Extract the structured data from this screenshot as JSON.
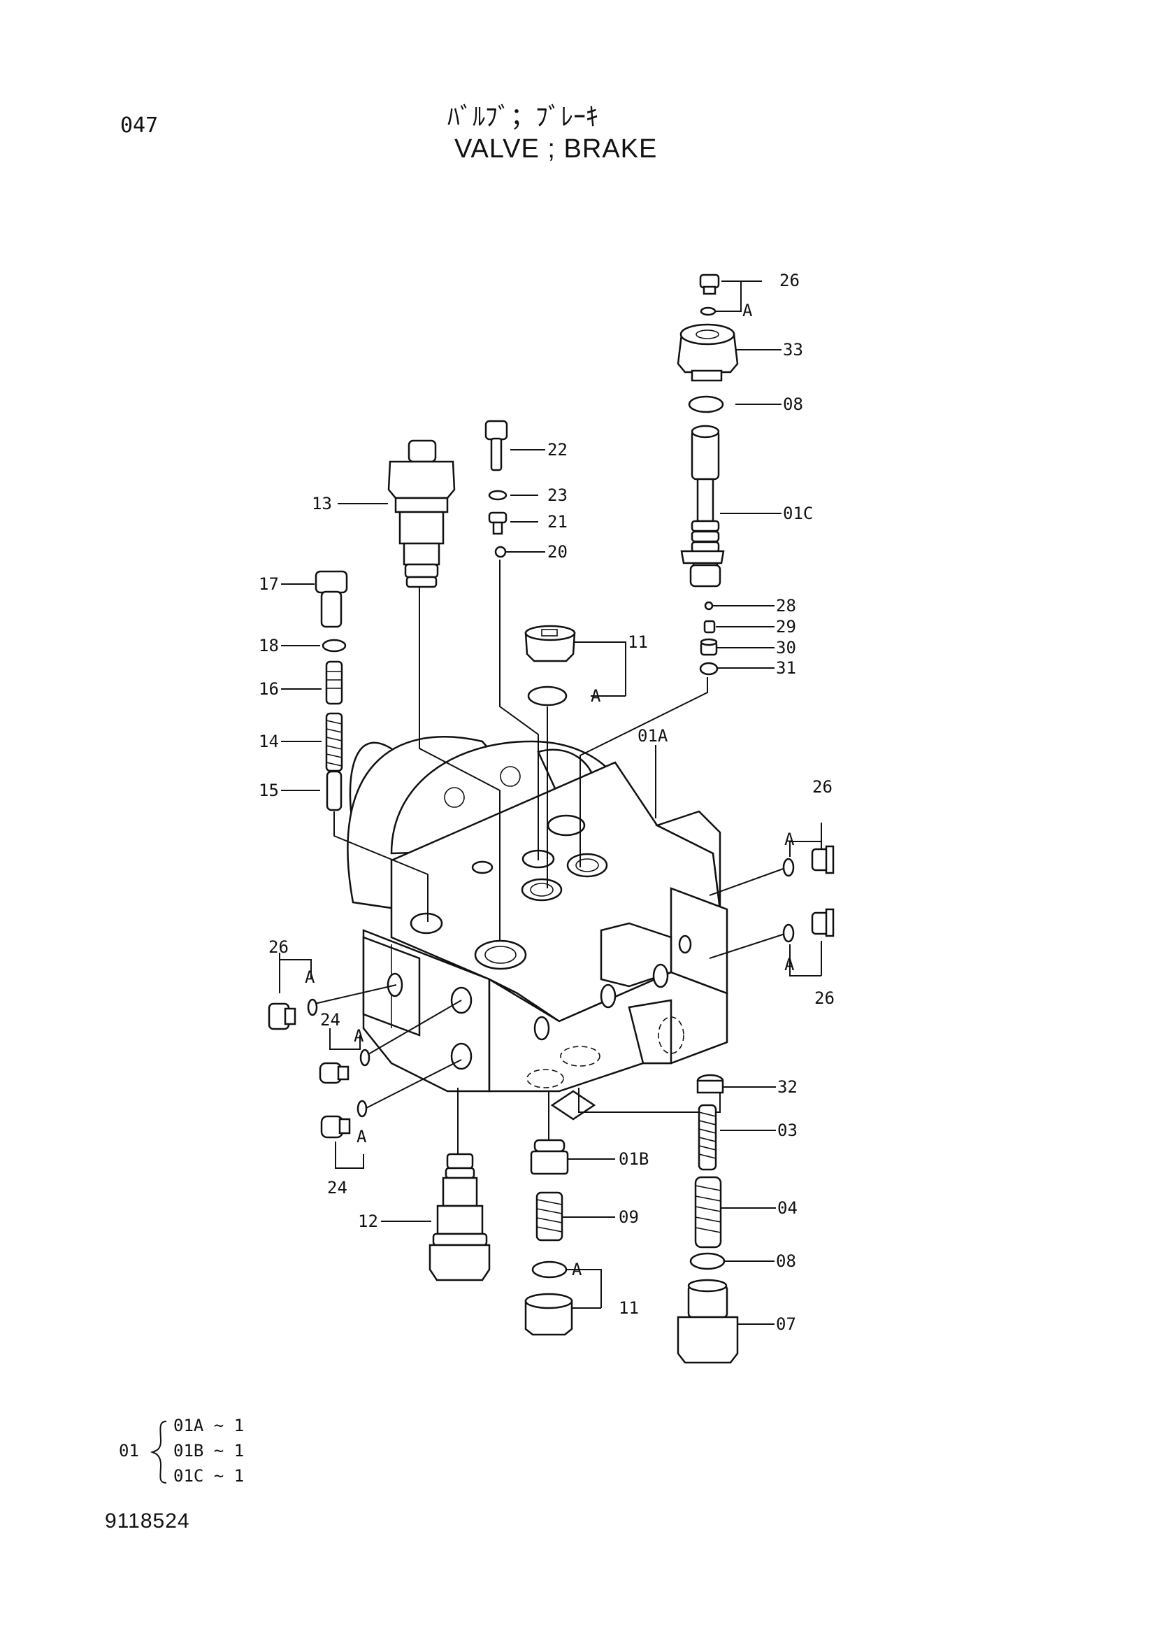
{
  "header": {
    "page_number": "047",
    "title_jp": "ﾊﾞﾙﾌﾞ；ﾌﾞﾚｰｷ",
    "title_en": "VALVE ; BRAKE"
  },
  "callouts": {
    "c26a": "26",
    "cAa": "A",
    "c33": "33",
    "c08a": "08",
    "c01C": "01C",
    "c22": "22",
    "c23": "23",
    "c21": "21",
    "c20": "20",
    "c28": "28",
    "c29": "29",
    "c30": "30",
    "c31": "31",
    "c13": "13",
    "c17": "17",
    "c18": "18",
    "c16": "16",
    "c14": "14",
    "c15": "15",
    "c11a": "11",
    "cAb": "A",
    "c01A": "01A",
    "c26b": "26",
    "cAc": "A",
    "cAd": "A",
    "c26c": "26",
    "c26d": "26",
    "cAe": "A",
    "c24a": "24",
    "cAf": "A",
    "cAg": "A",
    "c24b": "24",
    "c32": "32",
    "c03": "03",
    "c01B": "01B",
    "c04": "04",
    "c09": "09",
    "c12": "12",
    "c08b": "08",
    "cAh": "A",
    "c11b": "11",
    "c07": "07"
  },
  "legend": {
    "parent": "01",
    "items": [
      "01A ~ 1",
      "01B ~ 1",
      "01C ~ 1"
    ]
  },
  "footer": {
    "drawing_code": "9118524"
  }
}
